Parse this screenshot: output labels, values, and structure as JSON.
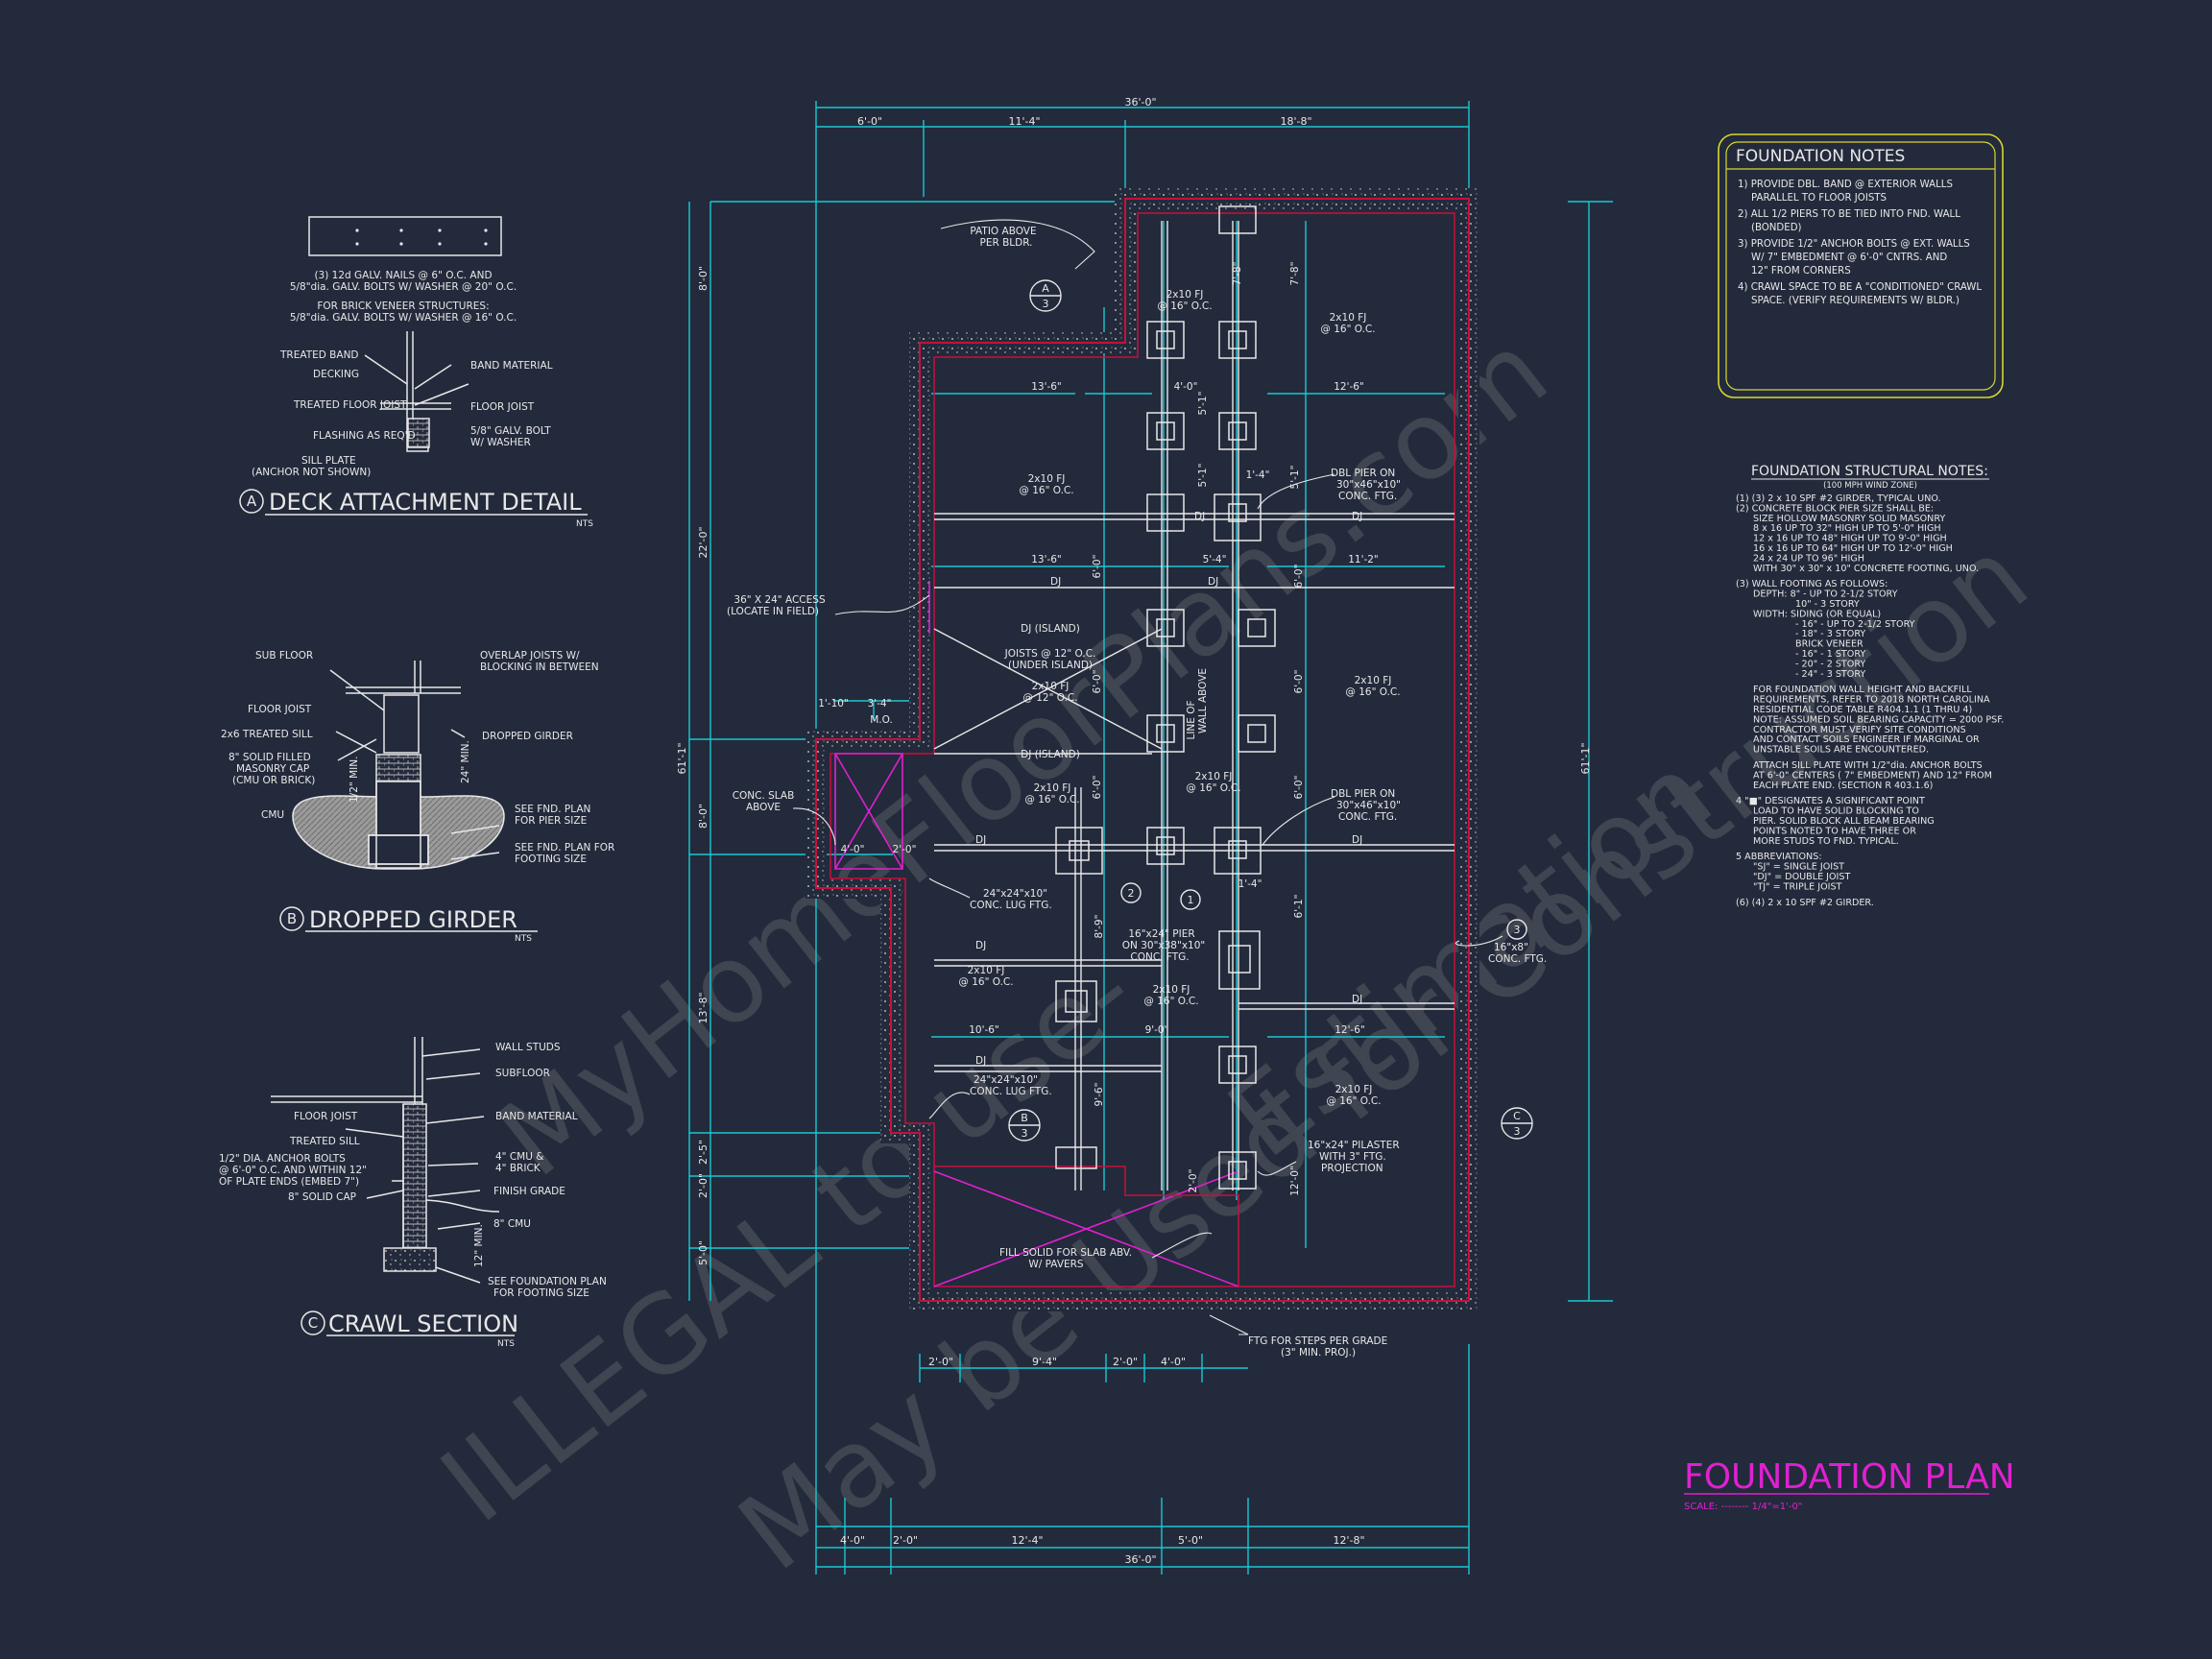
{
  "colors": {
    "background": "#232a3b",
    "line": "#e8e8e8",
    "dimension": "#19c8d2",
    "wall_red": "#c8103c",
    "magenta": "#e020d0",
    "notes_box": "#d8d830",
    "watermark": "#8a8a8a"
  },
  "title": {
    "text": "FOUNDATION PLAN",
    "scale": "SCALE: -------- 1/4\"=1'-0\""
  },
  "watermark": {
    "line1": "ILLEGAL to use-",
    "line2": "MyHomeFloorPlans.com",
    "line3": "May be Used for Construction",
    "line4": "Estimation"
  },
  "details": {
    "deck": {
      "title": "DECK ATTACHMENT DETAIL",
      "letter": "A",
      "nts": "NTS",
      "notes": [
        "(3) 12d GALV. NAILS @ 6\" O.C. AND",
        "5/8\"dia. GALV. BOLTS W/ WASHER @ 20\" O.C.",
        "FOR BRICK VENEER STRUCTURES:",
        "5/8\"dia. GALV. BOLTS W/ WASHER @ 16\" O.C."
      ],
      "labels": [
        "TREATED BAND",
        "DECKING",
        "TREATED FLOOR JOIST",
        "FLASHING AS REQ'D",
        "SILL PLATE",
        "(ANCHOR NOT SHOWN)",
        "BAND MATERIAL",
        "FLOOR JOIST",
        "5/8\" GALV. BOLT",
        "W/ WASHER"
      ]
    },
    "girder": {
      "title": "DROPPED GIRDER",
      "letter": "B",
      "nts": "NTS",
      "labels": [
        "SUB FLOOR",
        "FLOOR JOIST",
        "2x6 TREATED SILL",
        "8\" SOLID FILLED",
        "MASONRY CAP",
        "(CMU OR BRICK)",
        "CMU",
        "OVERLAP JOISTS W/",
        "BLOCKING IN BETWEEN",
        "DROPPED GIRDER",
        "SEE FND. PLAN",
        "FOR PIER SIZE",
        "SEE FND. PLAN FOR",
        "FOOTING SIZE",
        "24\" MIN.",
        "1/2\" MIN."
      ]
    },
    "crawl": {
      "title": "CRAWL SECTION",
      "letter": "C",
      "nts": "NTS",
      "labels": [
        "WALL STUDS",
        "SUBFLOOR",
        "FLOOR JOIST",
        "BAND MATERIAL",
        "TREATED SILL",
        "1/2\" DIA. ANCHOR BOLTS",
        "@ 6'-0\" O.C. AND WITHIN 12\"",
        "OF PLATE ENDS (EMBED 7\")",
        "4\" CMU &",
        "4\" BRICK",
        "8\" SOLID CAP",
        "FINISH GRADE",
        "8\" CMU",
        "12\" MIN.",
        "SEE FOUNDATION PLAN",
        "FOR FOOTING SIZE"
      ]
    }
  },
  "foundation_notes": {
    "title": "FOUNDATION NOTES",
    "items": [
      "1) PROVIDE DBL. BAND @ EXTERIOR WALLS",
      "PARALLEL TO FLOOR JOISTS",
      "2) ALL 1/2 PIERS TO BE TIED INTO FND. WALL",
      "(BONDED)",
      "3) PROVIDE 1/2\" ANCHOR BOLTS @ EXT. WALLS",
      "W/ 7\" EMBEDMENT @ 6'-0\" CNTRS. AND",
      "12\" FROM CORNERS",
      "4) CRAWL SPACE TO BE A \"CONDITIONED\" CRAWL",
      "SPACE. (VERIFY REQUIREMENTS W/ BLDR.)"
    ]
  },
  "structural_notes": {
    "title": "FOUNDATION STRUCTURAL NOTES:",
    "subtitle": "(100 MPH WIND ZONE)",
    "lines": [
      "(1) (3) 2 x 10 SPF #2 GIRDER, TYPICAL UNO.",
      "(2) CONCRETE BLOCK PIER SIZE SHALL BE:",
      "SIZE       HOLLOW MASONRY     SOLID MASONRY",
      "8 x 16       UP TO 32\" HIGH       UP TO 5'-0\" HIGH",
      "12 x 16      UP TO 48\" HIGH       UP TO 9'-0\" HIGH",
      "16 x 16      UP TO 64\" HIGH       UP TO 12'-0\" HIGH",
      "24 x 24      UP TO 96\" HIGH",
      "WITH 30\" x 30\" x 10\" CONCRETE FOOTING, UNO.",
      "(3) WALL FOOTING AS FOLLOWS:",
      "DEPTH:   8\" - UP TO 2-1/2 STORY",
      "10\" - 3 STORY",
      "WIDTH:   SIDING (OR EQUAL)",
      "- 16\" - UP TO 2-1/2 STORY",
      "- 18\" - 3 STORY",
      "BRICK VENEER",
      "- 16\" - 1 STORY",
      "- 20\" - 2 STORY",
      "- 24\" - 3 STORY",
      "FOR FOUNDATION WALL HEIGHT AND BACKFILL",
      "REQUIREMENTS, REFER TO 2018 NORTH CAROLINA",
      "RESIDENTIAL CODE TABLE R404.1.1 (1 THRU 4)",
      "NOTE: ASSUMED SOIL BEARING CAPACITY = 2000 PSF.",
      "CONTRACTOR MUST VERIFY SITE CONDITIONS",
      "AND CONTACT SOILS ENGINEER IF MARGINAL OR",
      "UNSTABLE SOILS ARE ENCOUNTERED.",
      "ATTACH SILL PLATE WITH 1/2\"dia. ANCHOR BOLTS",
      "AT 6'-0\" CENTERS ( 7\" EMBEDMENT) AND 12\" FROM",
      "EACH PLATE END. (SECTION R 403.1.6)",
      "4  \"■\" DESIGNATES A SIGNIFICANT POINT",
      "LOAD TO HAVE SOLID BLOCKING TO",
      "PIER. SOLID BLOCK ALL BEAM BEARING",
      "POINTS NOTED TO HAVE THREE OR",
      "MORE STUDS TO FND. TYPICAL.",
      "5  ABBREVIATIONS:",
      "\"SJ\" = SINGLE JOIST",
      "\"DJ\" = DOUBLE JOIST",
      "\"TJ\" = TRIPLE JOIST",
      "(6) (4) 2 x 10 SPF #2 GIRDER."
    ]
  },
  "plan": {
    "dims_top": {
      "overall": "36'-0\"",
      "d1": "6'-0\"",
      "d2": "11'-4\"",
      "d3": "18'-8\""
    },
    "dims_bottom": {
      "overall": "36'-0\"",
      "d1": "4'-0\"",
      "d2": "2'-0\"",
      "d3": "12'-4\"",
      "d4": "5'-0\"",
      "d5": "12'-8\""
    },
    "dims_bottom_inner": {
      "a": "2'-0\"",
      "b": "9'-4\"",
      "c": "2'-0\"",
      "d": "4'-0\""
    },
    "dims_left": {
      "overall": "61'-1\"",
      "a": "8'-0\"",
      "b": "22'-0\"",
      "c": "8'-0\"",
      "d": "13'-8\"",
      "e": "2'-5\"",
      "f": "2'-0\"",
      "g": "5'-0\""
    },
    "dims_right": {
      "overall": "61'-1\""
    },
    "labels": {
      "patio": "PATIO ABOVE",
      "patio2": "PER BLDR.",
      "access": "36\" X 24\" ACCESS",
      "access2": "(LOCATE IN FIELD)",
      "slab": "CONC. SLAB",
      "slab2": "ABOVE",
      "mo": "M.O.",
      "fj1": "2x10 FJ",
      "oc16": "@ 16\" O.C.",
      "dj": "DJ",
      "dj_island": "DJ (ISLAND)",
      "joists": "JOISTS @ 12\" O.C.",
      "joists2": "(UNDER ISLAND)",
      "oc12": "@ 12\" O.C.",
      "dbl_pier": "DBL PIER ON",
      "dbl_pier2": "30\"x46\"x10\"",
      "dbl_pier3": "CONC. FTG.",
      "lug": "24\"x24\"x10\"",
      "lug2": "CONC. LUG FTG.",
      "pier16": "16\"x24\" PIER",
      "pier16b": "ON 30\"x38\"x10\"",
      "pier16c": "CONC. FTG.",
      "pilaster": "16\"x24\" PILASTER",
      "pilaster2": "WITH 3\" FTG.",
      "pilaster3": "PROJECTION",
      "fill": "FILL SOLID FOR SLAB ABV.",
      "fill2": "W/ PAVERS",
      "steps": "FTG FOR STEPS PER GRADE",
      "steps2": "(3\" MIN. PROJ.)",
      "ftg3": "16\"x8\"",
      "ftg3b": "CONC. FTG.",
      "line_wall": "LINE OF",
      "line_wall2": "WALL ABOVE",
      "d_13_6": "13'-6\"",
      "d_4_0": "4'-0\"",
      "d_12_6": "12'-6\"",
      "d_9_4": "9'-4\"",
      "d_5_4": "5'-4\"",
      "d_11_2": "11'-2\"",
      "d_10_6": "10'-6\"",
      "d_9_0": "9'-0\"",
      "d_12_6b": "12'-6\"",
      "d_1_10": "1'-10\"",
      "d_3_4": "3'-4\"",
      "d_7_8": "7'-8\"",
      "d_5_1": "5'-1\"",
      "d_6_0": "6'-0\"",
      "d_6_1": "6'-1\"",
      "d_8_9": "8'-9\"",
      "d_9_6": "9'-6\"",
      "d_1_4": "1'-4\"",
      "d_12_0": "12'-0\"",
      "d_2_0": "2'-0\"",
      "d_4_0b": "4'-0\"",
      "d_2_0b": "2'-0\""
    },
    "callouts": {
      "a": "A",
      "a3": "3",
      "b": "B",
      "b3": "3",
      "c": "C",
      "c3": "3",
      "n1": "1",
      "n2": "2",
      "n3": "3"
    }
  }
}
